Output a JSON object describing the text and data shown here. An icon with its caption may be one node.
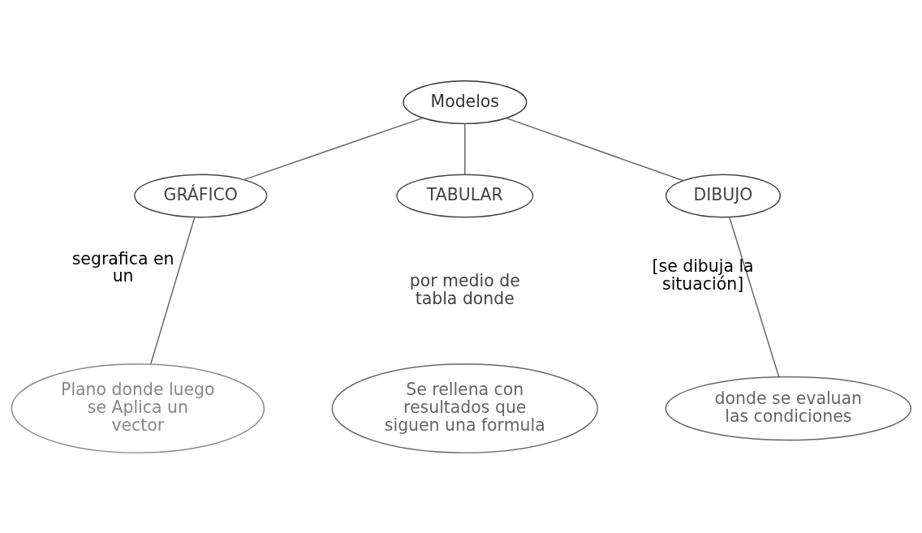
{
  "diagram": {
    "nodes": [
      {
        "text": [
          "Modelos"
        ]
      },
      {
        "text": [
          "GRÁFICO"
        ]
      },
      {
        "text": [
          "TABULAR"
        ],
        "beside": [
          "por medio de tabla donde"
        ]
      },
      {
        "text": [
          "DIBUJO"
        ]
      },
      {
        "text": [
          "Plano donde luego se Aplica un vector"
        ]
      },
      {
        "text": [
          "Se rellena con resultados que siguen una formula"
        ]
      },
      {
        "text": [
          "donde se evaluan las condiciones"
        ]
      }
    ],
    "edges": [
      {
        "from": 0,
        "to": 1,
        "arrow": "none"
      },
      {
        "from": 0,
        "to": 2,
        "arrow": "none"
      },
      {
        "from": 0,
        "to": 3,
        "arrow": "none"
      },
      {
        "from": 1,
        "to": 4,
        "arrow": "none",
        "label": "segrafica en un"
      },
      {
        "from": 3,
        "to": 6,
        "arrow": "none",
        "label": "[se dibuja la situación]"
      }
    ]
  }
}
